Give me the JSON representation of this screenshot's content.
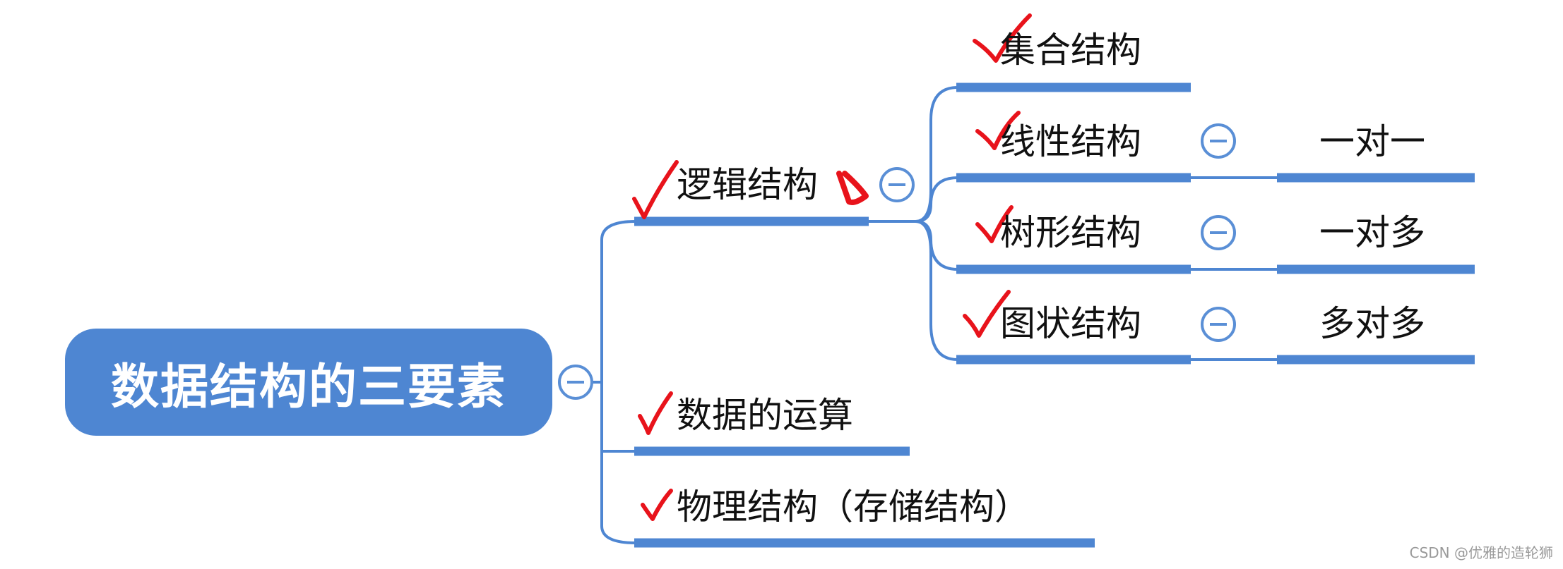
{
  "mindmap": {
    "root": {
      "label": "数据结构的三要素"
    },
    "branches": [
      {
        "label": "逻辑结构",
        "children": [
          {
            "label": "集合结构"
          },
          {
            "label": "线性结构",
            "relation": "一对一"
          },
          {
            "label": "树形结构",
            "relation": "一对多"
          },
          {
            "label": "图状结构",
            "relation": "多对多"
          }
        ]
      },
      {
        "label": "数据的运算"
      },
      {
        "label": "物理结构（存储结构）"
      }
    ]
  },
  "footer": {
    "watermark": "CSDN @优雅的造轮狮"
  },
  "colors": {
    "line": "#4e86d2",
    "root_bg": "#4e86d2",
    "annotation": "#e8131b",
    "collapse_icon": "#5a8fd6"
  }
}
